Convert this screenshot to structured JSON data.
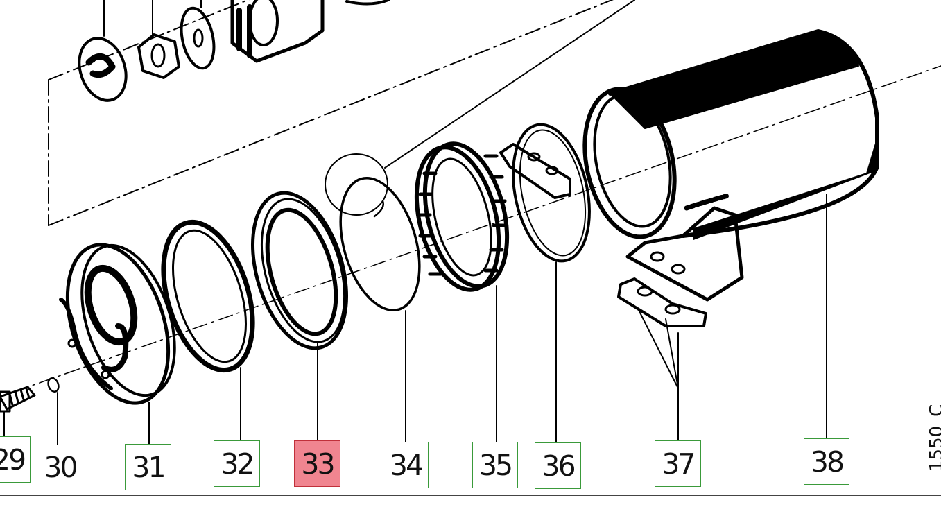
{
  "diagram": {
    "callouts": [
      {
        "label": "29",
        "selected": false
      },
      {
        "label": "30",
        "selected": false
      },
      {
        "label": "31",
        "selected": false
      },
      {
        "label": "32",
        "selected": false
      },
      {
        "label": "33",
        "selected": true
      },
      {
        "label": "34",
        "selected": false
      },
      {
        "label": "35",
        "selected": false
      },
      {
        "label": "36",
        "selected": false
      },
      {
        "label": "37",
        "selected": false
      },
      {
        "label": "38",
        "selected": false
      }
    ],
    "drawing_id": "1550_C",
    "colors": {
      "callout_border": "#3a9a3a",
      "selected_fill": "#f08590",
      "line_art": "#000000"
    }
  }
}
